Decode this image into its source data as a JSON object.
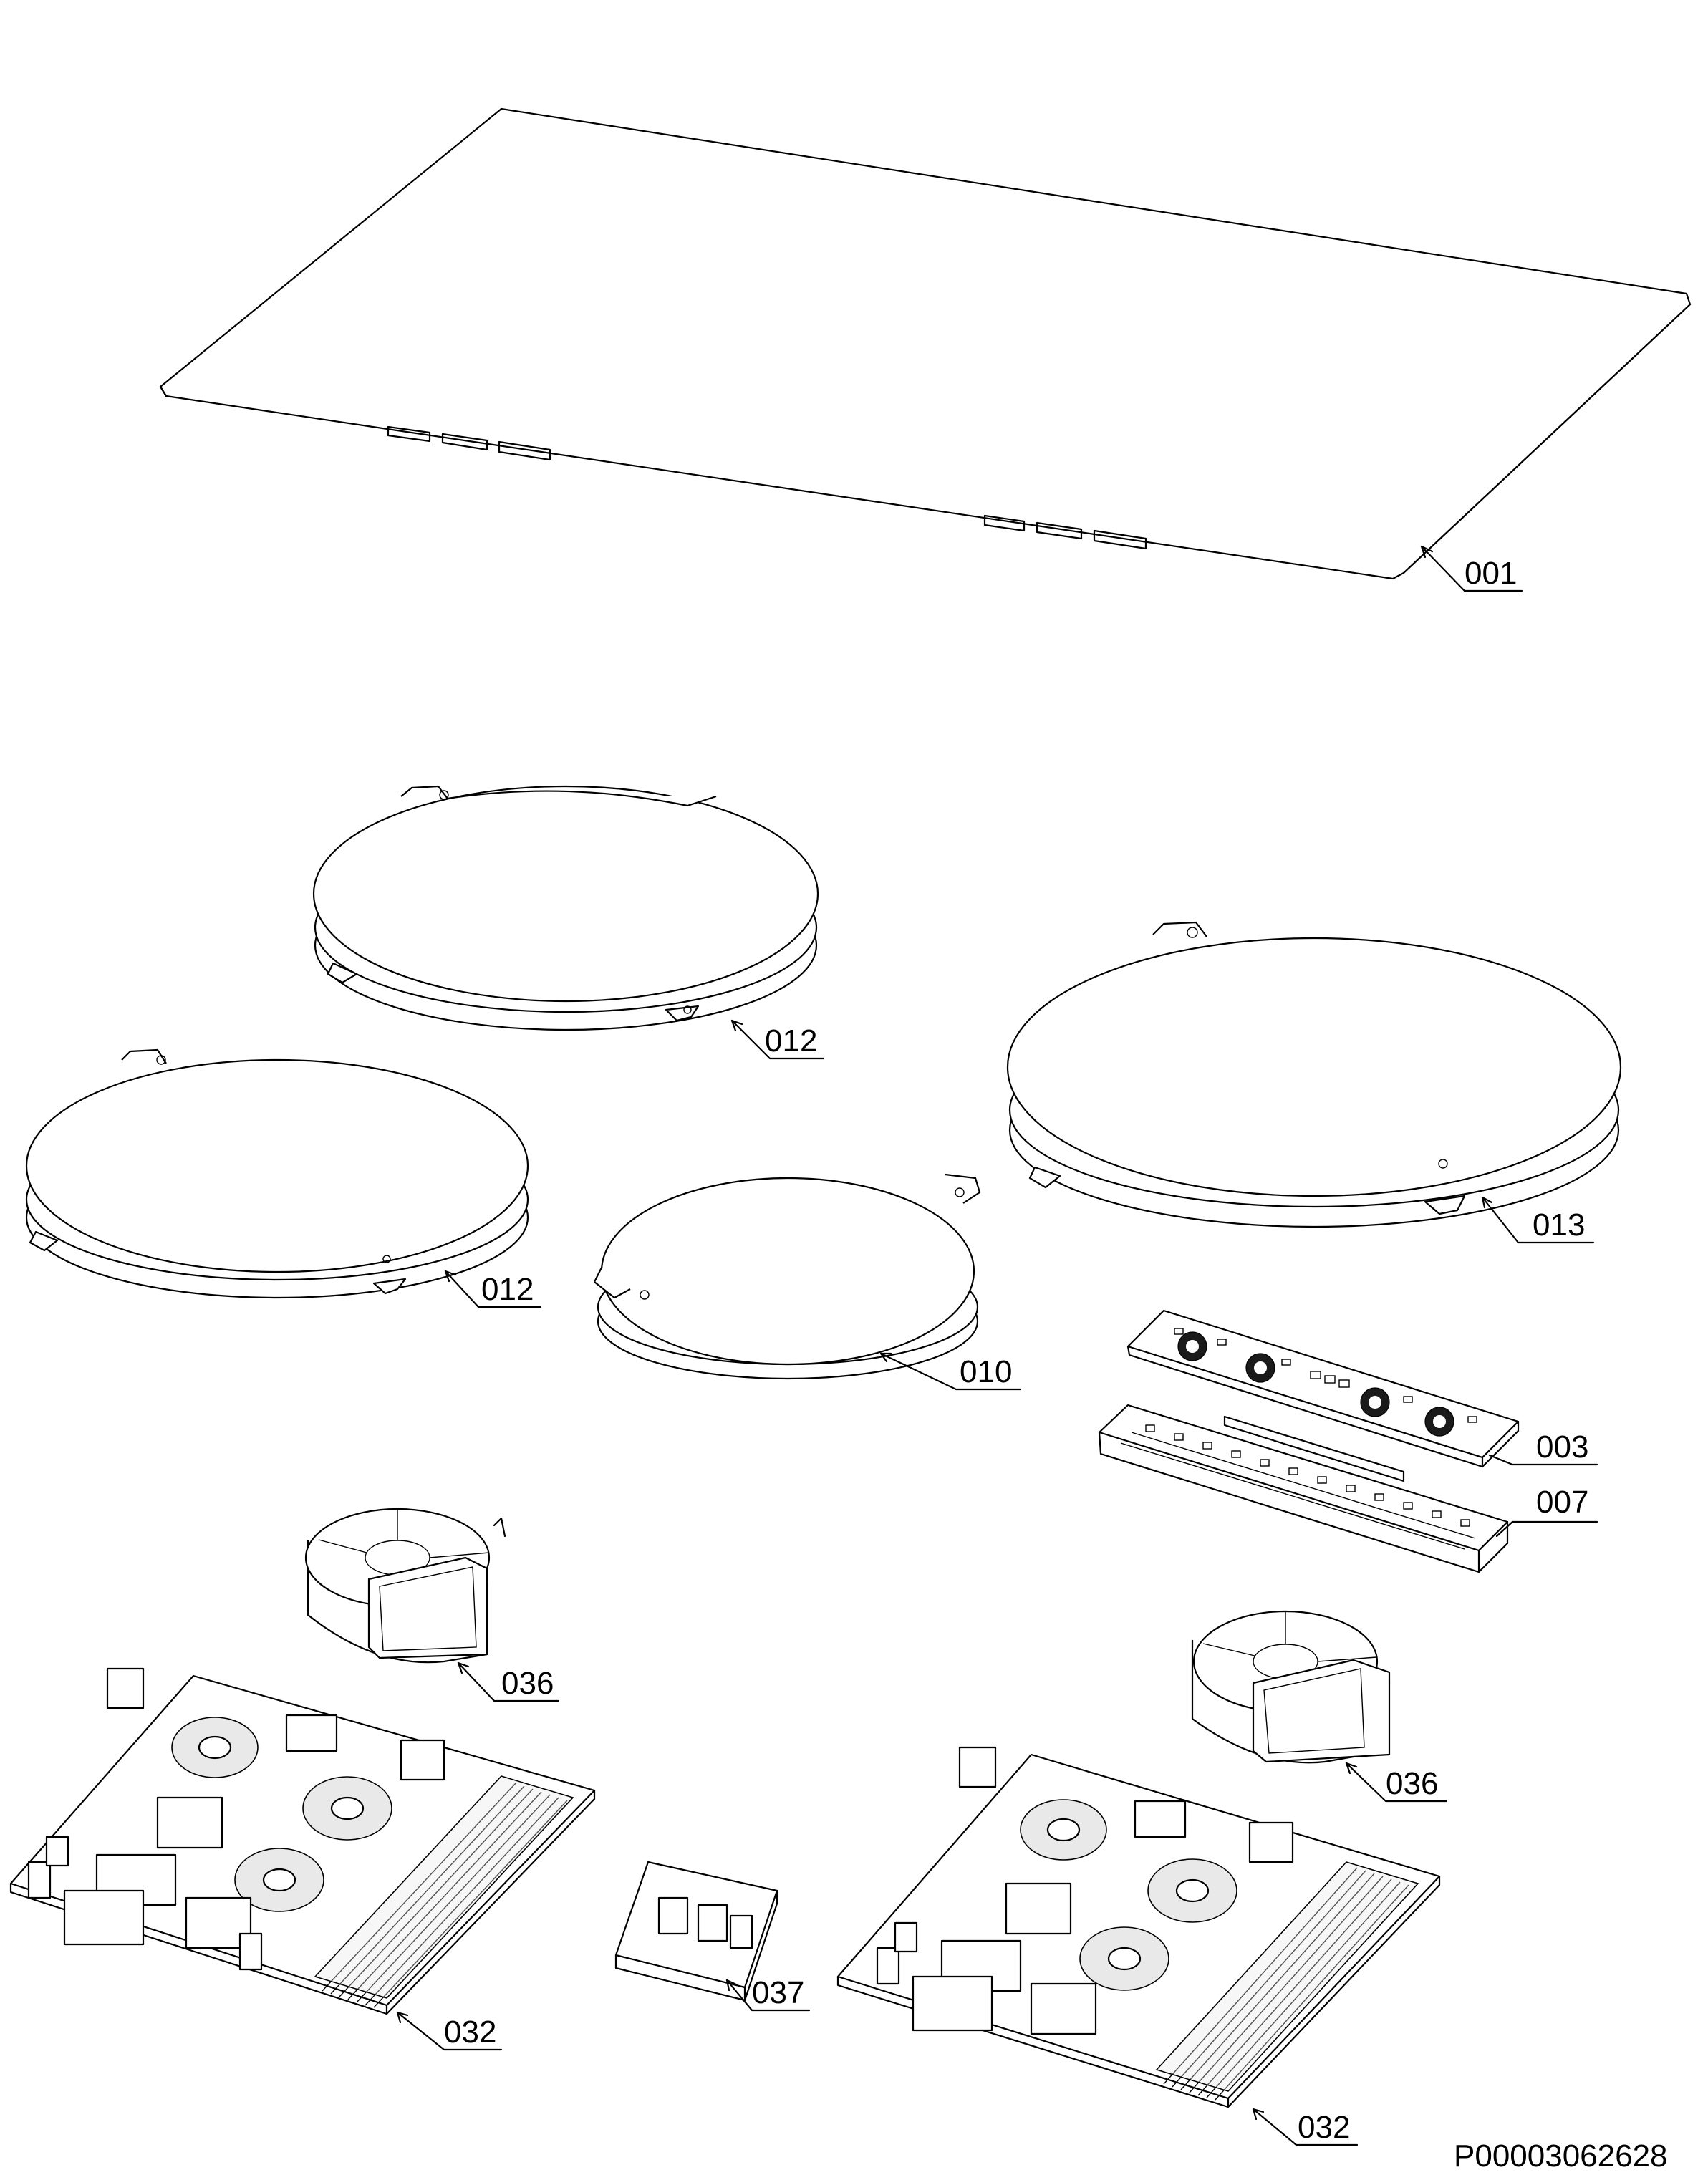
{
  "labels": {
    "glass_top": "001",
    "zone_top_left": "012",
    "zone_mid_left": "012",
    "zone_small": "010",
    "zone_large": "013",
    "touch_board": "003",
    "touch_holder": "007",
    "fan_left": "036",
    "fan_right": "036",
    "board_left": "032",
    "filter_module": "037",
    "board_right": "032"
  },
  "drawing_code": "P00003062628"
}
